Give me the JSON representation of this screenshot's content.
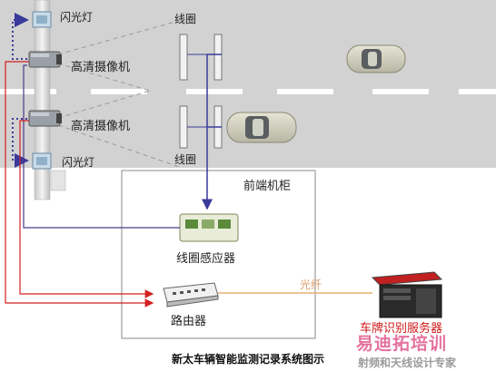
{
  "labels": {
    "flash_top": "闪光灯",
    "flash_bottom": "闪光灯",
    "camera_top": "高清摄像机",
    "camera_bottom": "高清摄像机",
    "loop_top": "线圈",
    "loop_bottom": "线圈",
    "cabinet": "前端机柜",
    "loop_sensor": "线圈感应器",
    "router": "路由器",
    "fiber": "光纤",
    "server": "车牌识别服务器"
  },
  "caption": "新太车辆智能监测记录系统图示",
  "watermark": {
    "brand": "易迪拓培训",
    "slogan": "射频和天线设计专家"
  },
  "colors": {
    "road": "#d2d2d2",
    "lane_mark": "#ffffff",
    "red_line": "#d42020",
    "blue_line": "#3a3a9a",
    "fiber_line": "#e8b070"
  }
}
